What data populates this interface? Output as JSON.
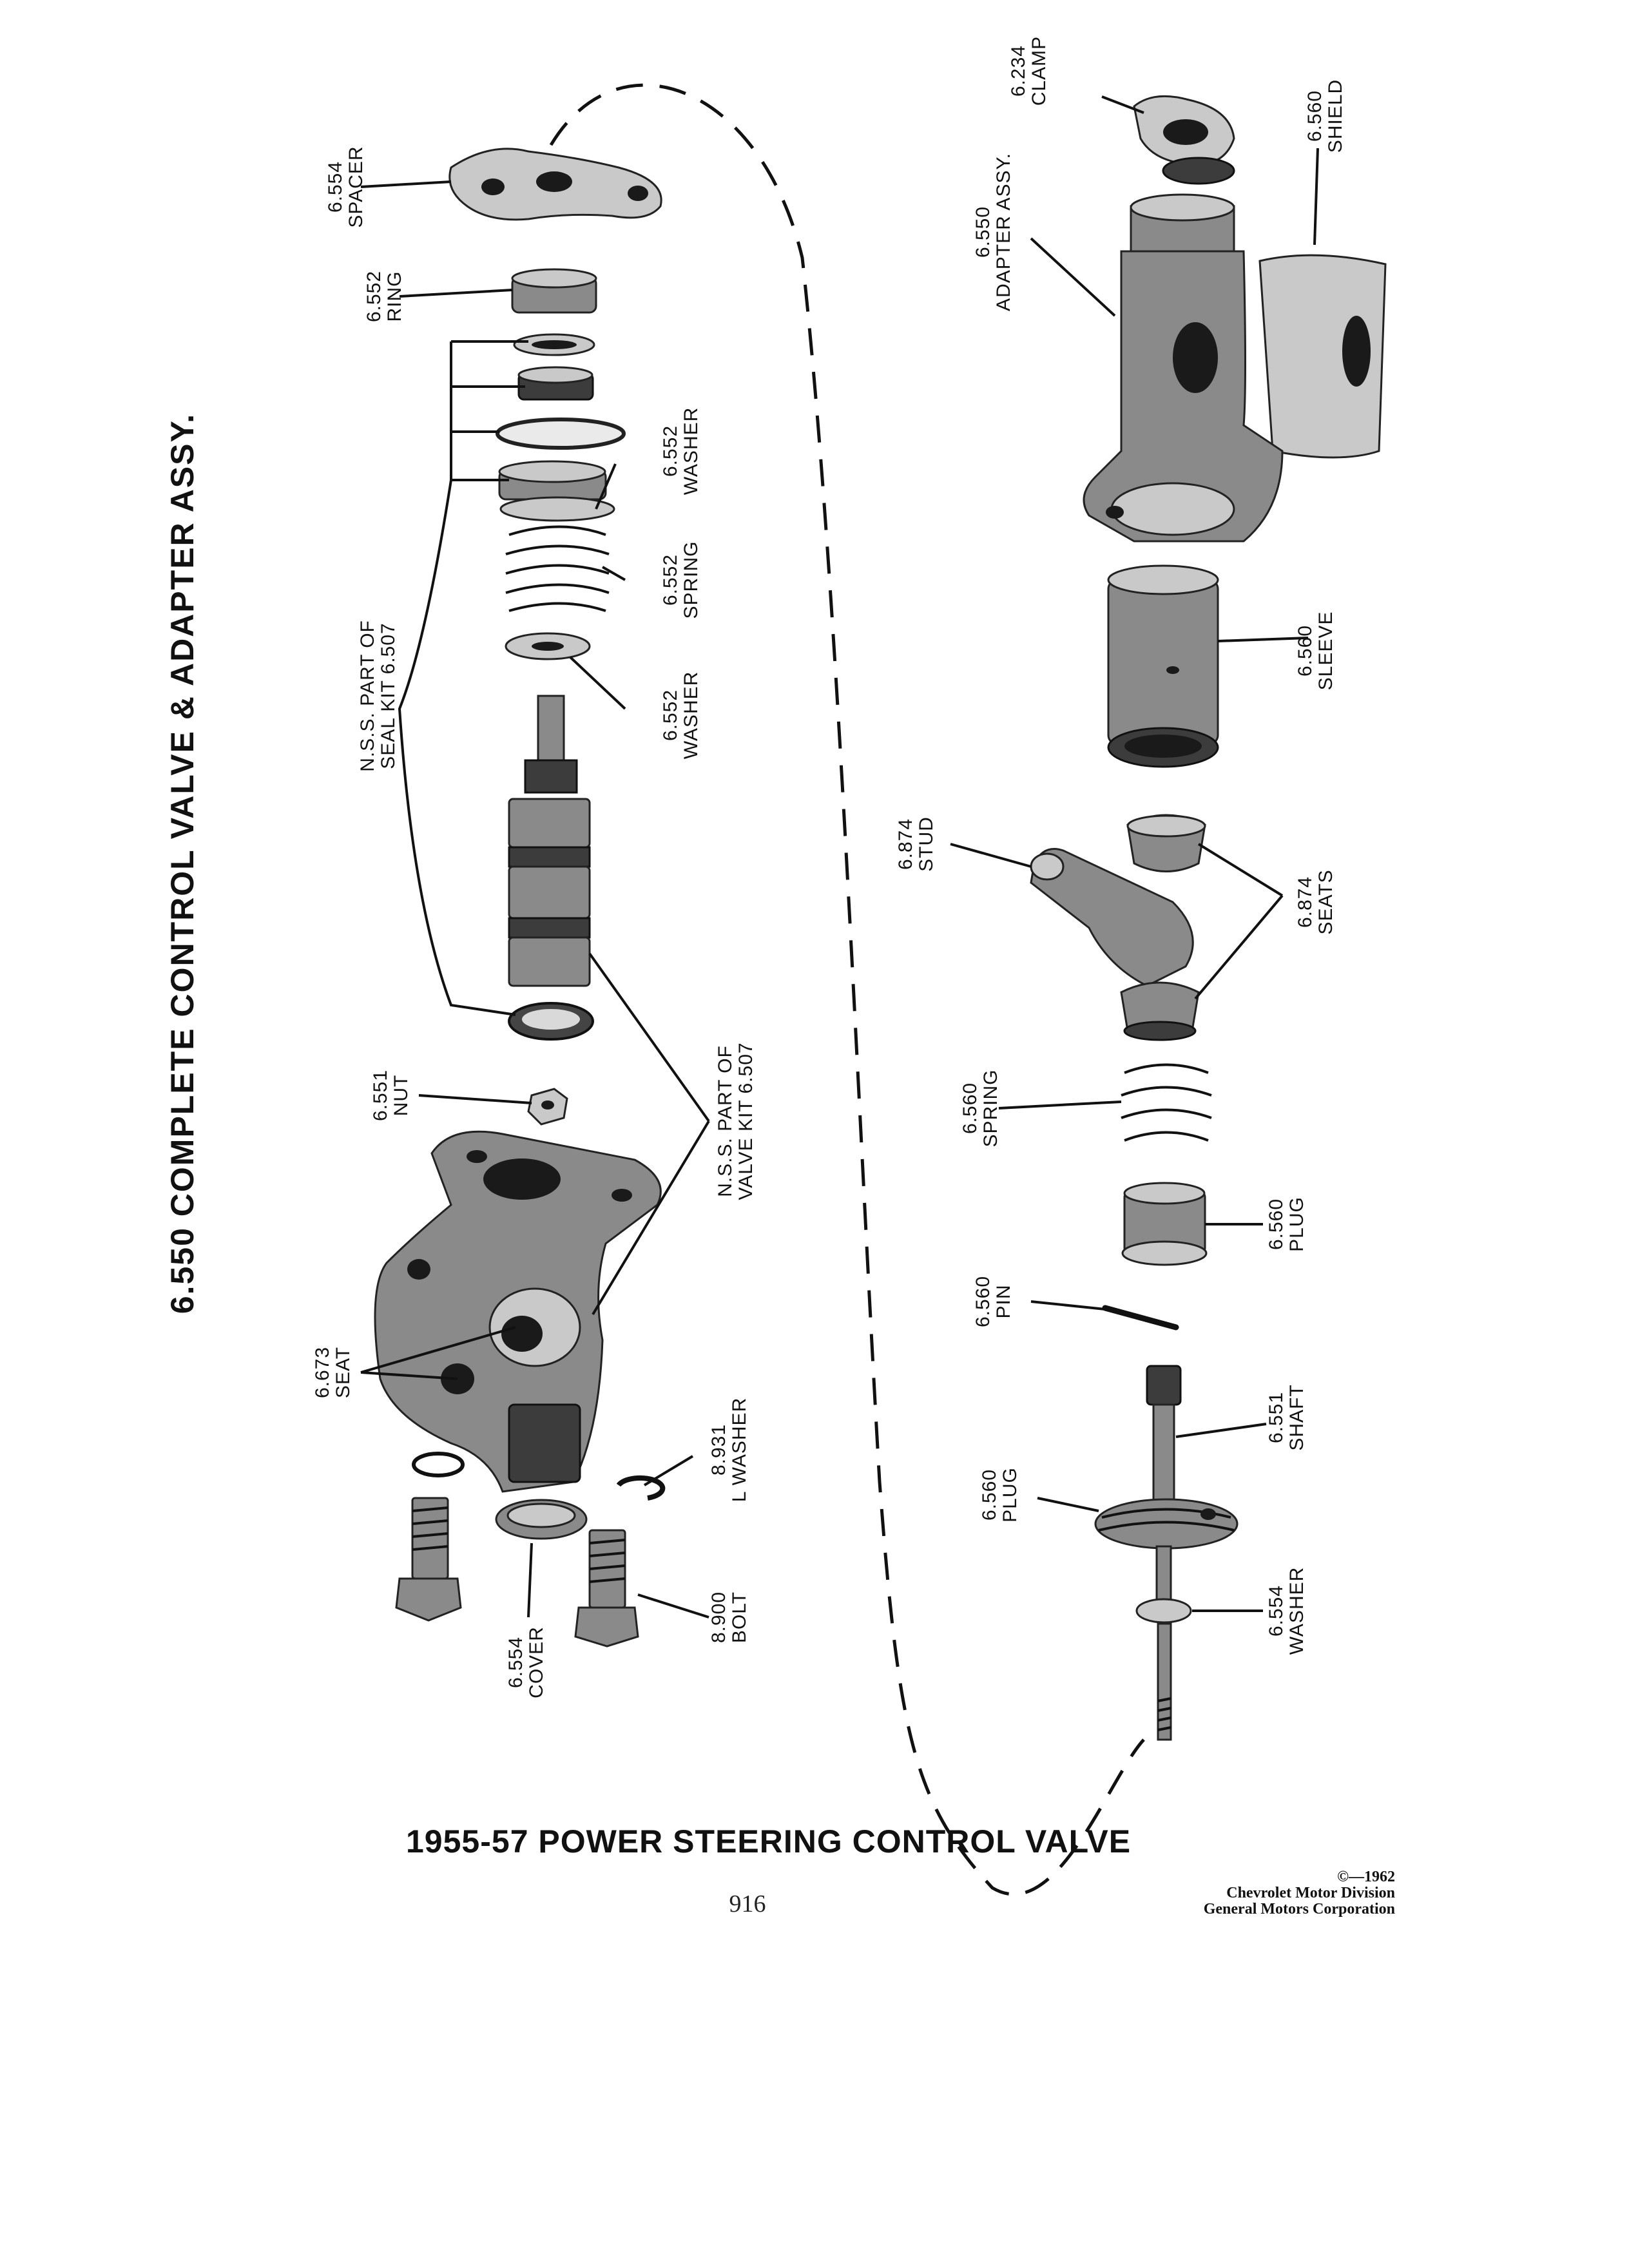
{
  "page_title": "6.550 COMPLETE CONTROL VALVE & ADAPTER ASSY.",
  "diagram_caption": "1955-57 POWER STEERING CONTROL VALVE",
  "page_number": "916",
  "copyright": {
    "line1": "©—1962",
    "line2": "Chevrolet Motor Division",
    "line3": "General Motors Corporation"
  },
  "callouts": {
    "spacer": [
      "6.554",
      "SPACER"
    ],
    "ring": [
      "6.552",
      "RING"
    ],
    "washer_upper": [
      "6.552",
      "WASHER"
    ],
    "spring_upper": [
      "6.552",
      "SPRING"
    ],
    "washer_mid": [
      "6.552",
      "WASHER"
    ],
    "seal_kit": [
      "N.S.S. PART OF",
      "SEAL KIT 6.507"
    ],
    "nut": [
      "6.551",
      "NUT"
    ],
    "valve_kit": [
      "N.S.S. PART OF",
      "VALVE KIT 6.507"
    ],
    "seat": [
      "6.673",
      "SEAT"
    ],
    "l_washer": [
      "8.931",
      "L WASHER"
    ],
    "cover": [
      "6.554",
      "COVER"
    ],
    "bolt": [
      "8.900",
      "BOLT"
    ],
    "clamp": [
      "6.234",
      "CLAMP"
    ],
    "shield": [
      "6.560",
      "SHIELD"
    ],
    "adapter": [
      "6.550",
      "ADAPTER ASSY."
    ],
    "sleeve": [
      "6.560",
      "SLEEVE"
    ],
    "stud": [
      "6.874",
      "STUD"
    ],
    "seats": [
      "6.874",
      "SEATS"
    ],
    "spring_lower": [
      "6.560",
      "SPRING"
    ],
    "plug_upper": [
      "6.560",
      "PLUG"
    ],
    "pin": [
      "6.560",
      "PIN"
    ],
    "shaft": [
      "6.551",
      "SHAFT"
    ],
    "plug_lower": [
      "6.560",
      "PLUG"
    ],
    "washer_lower": [
      "6.554",
      "WASHER"
    ]
  }
}
